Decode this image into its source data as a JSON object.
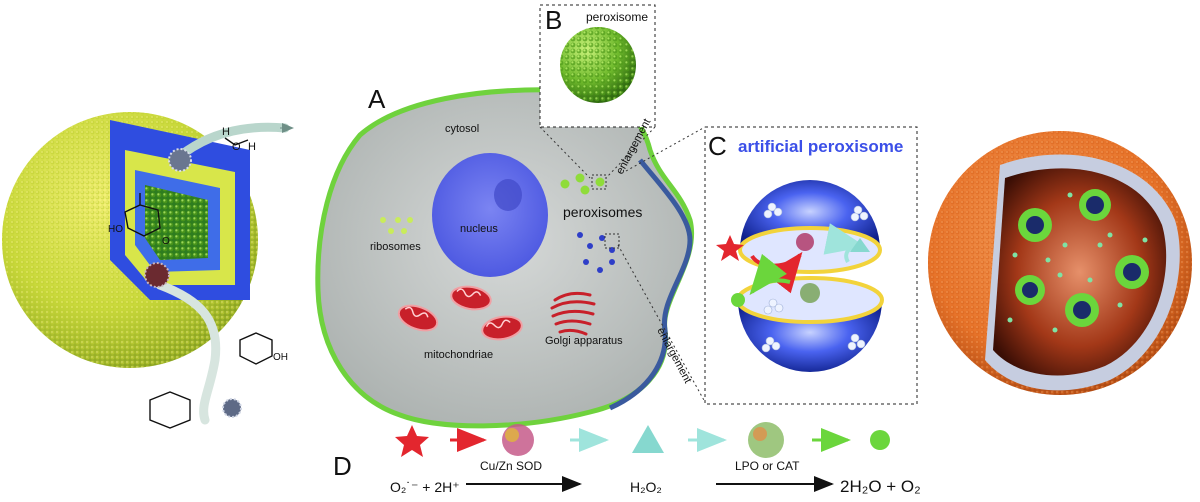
{
  "panels": {
    "A": "A",
    "B": "B",
    "C": "C",
    "D": "D"
  },
  "cell": {
    "cytosol": "cytosol",
    "nucleus": "nucleus",
    "ribosomes": "ribosomes",
    "peroxisomes": "peroxisomes",
    "mitochondriae": "mitochondriae",
    "golgi": "Golgi apparatus",
    "enlargement_1": "enlargement",
    "enlargement_2": "enlargement"
  },
  "inset_b": {
    "title": "peroxisome"
  },
  "inset_c": {
    "title": "artificial peroxisome"
  },
  "molecule": {
    "water_H1": "H",
    "water_O": "O",
    "water_H2": "H",
    "glucose_HO": "HO",
    "glucose_OH": "OH",
    "ring_O": "O"
  },
  "reaction": {
    "reactant": "O₂˙⁻ + 2H⁺",
    "enzyme_1": "Cu/Zn SOD",
    "intermediate": "H₂O₂",
    "enzyme_2": "LPO or CAT",
    "product": "2H₂O + O₂"
  },
  "colors": {
    "star": "#e3262e",
    "triangle": "#86d8cf",
    "circle": "#6bd63c",
    "nucleus": "#5b67e8",
    "membrane_green": "#6fd23d",
    "membrane_blue": "#3a5a9e",
    "capsule_blue": "#2f4de0",
    "vesicle_orange": "#e8742a"
  }
}
